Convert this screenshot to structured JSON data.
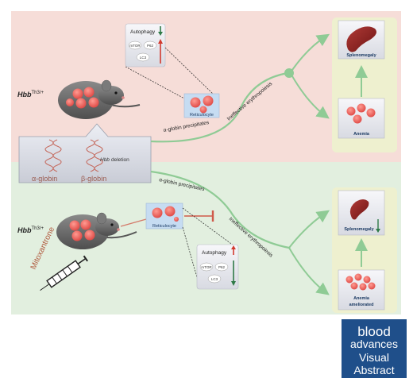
{
  "top_panel": {
    "genotype_base": "Hbb",
    "genotype_super": "Th3/+",
    "autophagy": {
      "title": "Autophagy",
      "items": [
        "mTOR",
        "P62",
        "LC3"
      ],
      "trend": "down"
    },
    "reticulocyte_label": "Reticulocyte",
    "precipitates_label": "α-globin precipitates",
    "erythropoiesis_label": "Ineffective erythropoiesis",
    "outcomes": [
      "Splenomegaly",
      "Anemia"
    ]
  },
  "middle": {
    "deletion_gene": "Hbb",
    "deletion_word": "deletion",
    "alpha_label": "α-globin",
    "beta_label": "β-globin"
  },
  "bottom_panel": {
    "genotype_base": "Hbb",
    "genotype_super": "Th3/+",
    "drug_label": "Mitoxantrone",
    "reticulocyte_label": "Reticulocyte",
    "autophagy": {
      "title": "Autophagy",
      "items": [
        "mTOR",
        "P62",
        "LC3"
      ],
      "trend": "up"
    },
    "precipitates_label": "α-globin precipitates",
    "erythropoiesis_label": "Ineffective erythropoiesis",
    "outcomes": [
      "Splenomegaly",
      "Anemia ameliorated"
    ]
  },
  "logo": {
    "line1": "blood",
    "line2": "advances",
    "line3": "Visual",
    "line4": "Abstract"
  },
  "colors": {
    "top_bg": "#f6ddd8",
    "bottom_bg": "#e2efdf",
    "outcome_bg": "#eef0cf",
    "arrow_green": "#8fcb95",
    "cell_red": "#e8625e",
    "logo_blue": "#1f4f8a",
    "arrow_red_up": "#d23a2e",
    "arrow_green_down": "#2f7a47"
  }
}
